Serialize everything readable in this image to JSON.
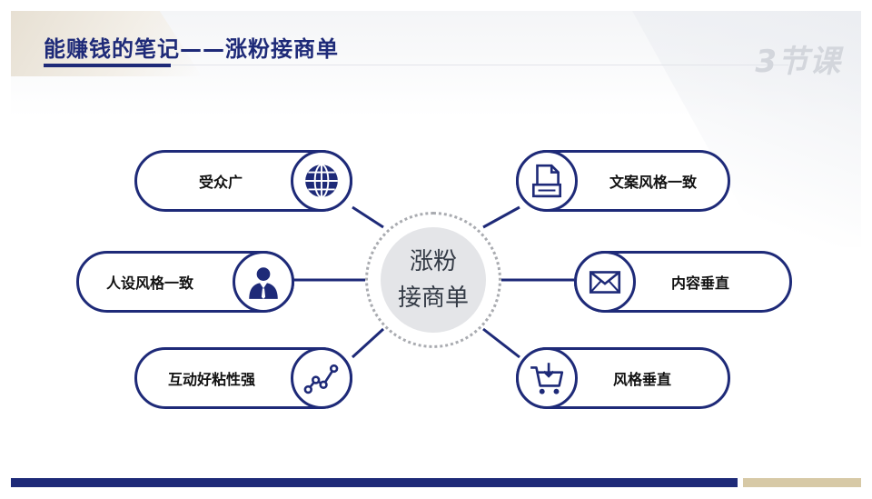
{
  "header": {
    "title": "能赚钱的笔记——涨粉接商单",
    "logo_text": "3节课"
  },
  "center": {
    "label": "涨粉\n接商单"
  },
  "colors": {
    "accent": "#1e2a78",
    "gold": "#d7c9a6",
    "hub_fill": "#e4e5e8"
  },
  "left_items": [
    {
      "label": "受众广",
      "icon": "globe-icon"
    },
    {
      "label": "人设风格一致",
      "icon": "person-icon"
    },
    {
      "label": "互动好粘性强",
      "icon": "trend-line-icon"
    }
  ],
  "right_items": [
    {
      "label": "文案风格一致",
      "icon": "document-icon"
    },
    {
      "label": "内容垂直",
      "icon": "envelope-icon"
    },
    {
      "label": "风格垂直",
      "icon": "shopping-cart-icon"
    }
  ]
}
